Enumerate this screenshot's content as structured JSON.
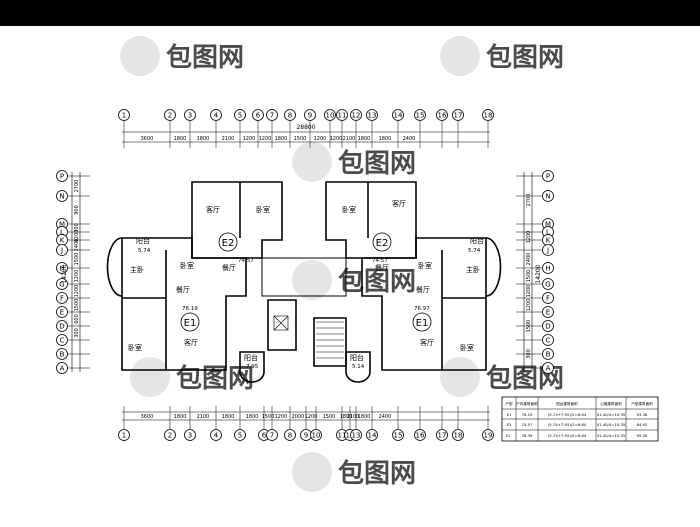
{
  "axes": {
    "top": [
      "1",
      "2",
      "3",
      "4",
      "5",
      "6",
      "7",
      "8",
      "9",
      "10",
      "11",
      "12",
      "13",
      "14",
      "15",
      "16",
      "17",
      "18"
    ],
    "bottom": [
      "1",
      "2",
      "3",
      "4",
      "5",
      "6",
      "7",
      "8",
      "9",
      "10",
      "11",
      "12",
      "13",
      "14",
      "15",
      "16",
      "17",
      "18",
      "19"
    ],
    "left": [
      "P",
      "N",
      "M",
      "L",
      "K",
      "J",
      "H",
      "G",
      "F",
      "E",
      "D",
      "C",
      "B",
      "A"
    ],
    "right": [
      "P",
      "N",
      "M",
      "L",
      "K",
      "J",
      "H",
      "G",
      "F",
      "E",
      "D",
      "C",
      "B",
      "A"
    ]
  },
  "dimensions": {
    "top_total": "28800",
    "top": [
      "3600",
      "1800",
      "1800",
      "2100",
      "1200",
      "1200",
      "1800",
      "1500",
      "1200",
      "1200",
      "2100",
      "1800",
      "1800",
      "2400"
    ],
    "bottom": [
      "3600",
      "1800",
      "2100",
      "1800",
      "1800",
      "1500",
      "1200",
      "2000",
      "1200",
      "1500",
      "1800",
      "2100",
      "1800",
      "2400"
    ],
    "left": [
      "2700",
      "900",
      "300",
      "1200",
      "2400",
      "1500",
      "1200",
      "1200",
      "1500",
      "600",
      "300"
    ],
    "right": [
      "2700",
      "1200",
      "2400",
      "1500",
      "1200",
      "1200",
      "1500",
      "300"
    ],
    "side_total": "14200"
  },
  "rooms": {
    "living": "客厅",
    "bedroom": "卧室",
    "master": "主卧",
    "dining": "餐厅",
    "balcony": "阳台"
  },
  "units": {
    "e2_left": {
      "label": "E2",
      "area": "74.57"
    },
    "e2_right": {
      "label": "E2",
      "area": "74.57"
    },
    "e1_left": {
      "label": "E1",
      "area": "76.19"
    },
    "e1_right": {
      "label": "E1",
      "area": "76.97"
    },
    "balcony_left": "5.74",
    "balcony_right": "5.74",
    "balcony_center_left": "7.95",
    "balcony_center_right": "5.14"
  },
  "table": {
    "headers": [
      "户型",
      "户内建筑面积",
      "阳台建筑面积",
      "公摊建筑面积",
      "户型建筑面积"
    ],
    "rows": [
      [
        "E1",
        "76.19",
        "(5.74+7.95)/2=6.84",
        "41.40/4=10.35",
        "93.38"
      ],
      [
        "E2",
        "74.57",
        "(5.74+7.95)/2=6.84",
        "41.40/4=10.35",
        "84.92"
      ],
      [
        "E1'",
        "78.39",
        "(5.74+7.95)/2=6.84",
        "41.40/4=10.35",
        "95.58"
      ]
    ]
  },
  "watermark": {
    "text": "包图网"
  }
}
